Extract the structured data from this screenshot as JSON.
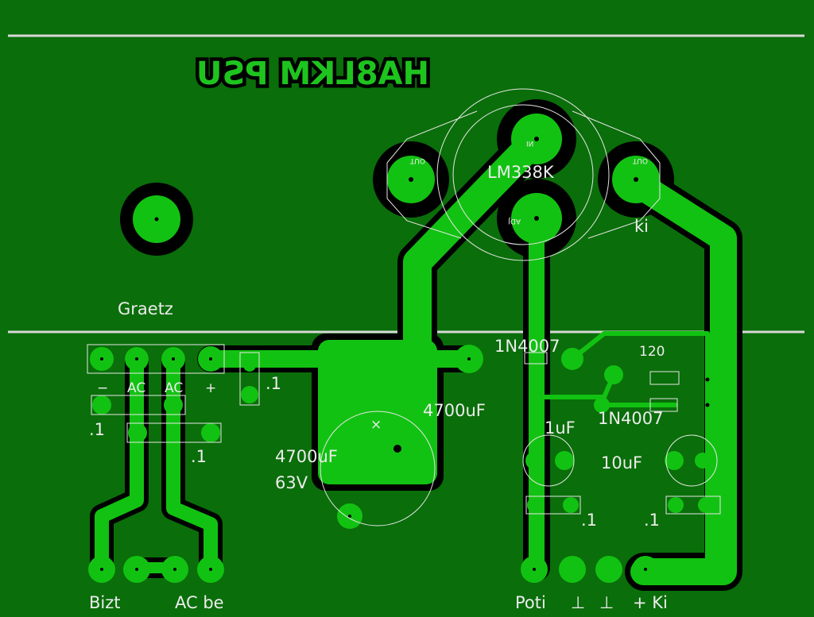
{
  "title": "HA8LKM PSU",
  "regulator": {
    "part": "LM338K",
    "pin_in": "IN",
    "pin_out_left": "OUT",
    "pin_out_right": "OUT",
    "pin_adj": "ADJ"
  },
  "labels": {
    "graetz": "Graetz",
    "ki_top": "ki",
    "minus": "−",
    "ac1": "AC",
    "ac2": "AC",
    "plus": "+",
    "cap_small_1": ".1",
    "cap_small_2": ".1",
    "cap_small_3": ".1",
    "cap_small_4": ".1",
    "cap_small_5": ".1",
    "big_cap_value": "4700uF",
    "big_cap_voltage": "63V",
    "cap_4700_right": "4700uF",
    "cap_plus_mark": "×",
    "diode_1": "1N4007",
    "diode_2": "1N4007",
    "resistor": "120",
    "cap_1uf": "1uF",
    "cap_10uf": "10uF",
    "bizt": "Bizt",
    "ac_be": "AC be",
    "poti": "Poti",
    "gnd1": "⊥",
    "gnd2": "⊥",
    "plus_ki": "+ Ki"
  },
  "colors": {
    "board": "#0a6e0a",
    "copper": "#12c212",
    "clearance": "#000000",
    "silkscreen": "#e6e6e6"
  }
}
